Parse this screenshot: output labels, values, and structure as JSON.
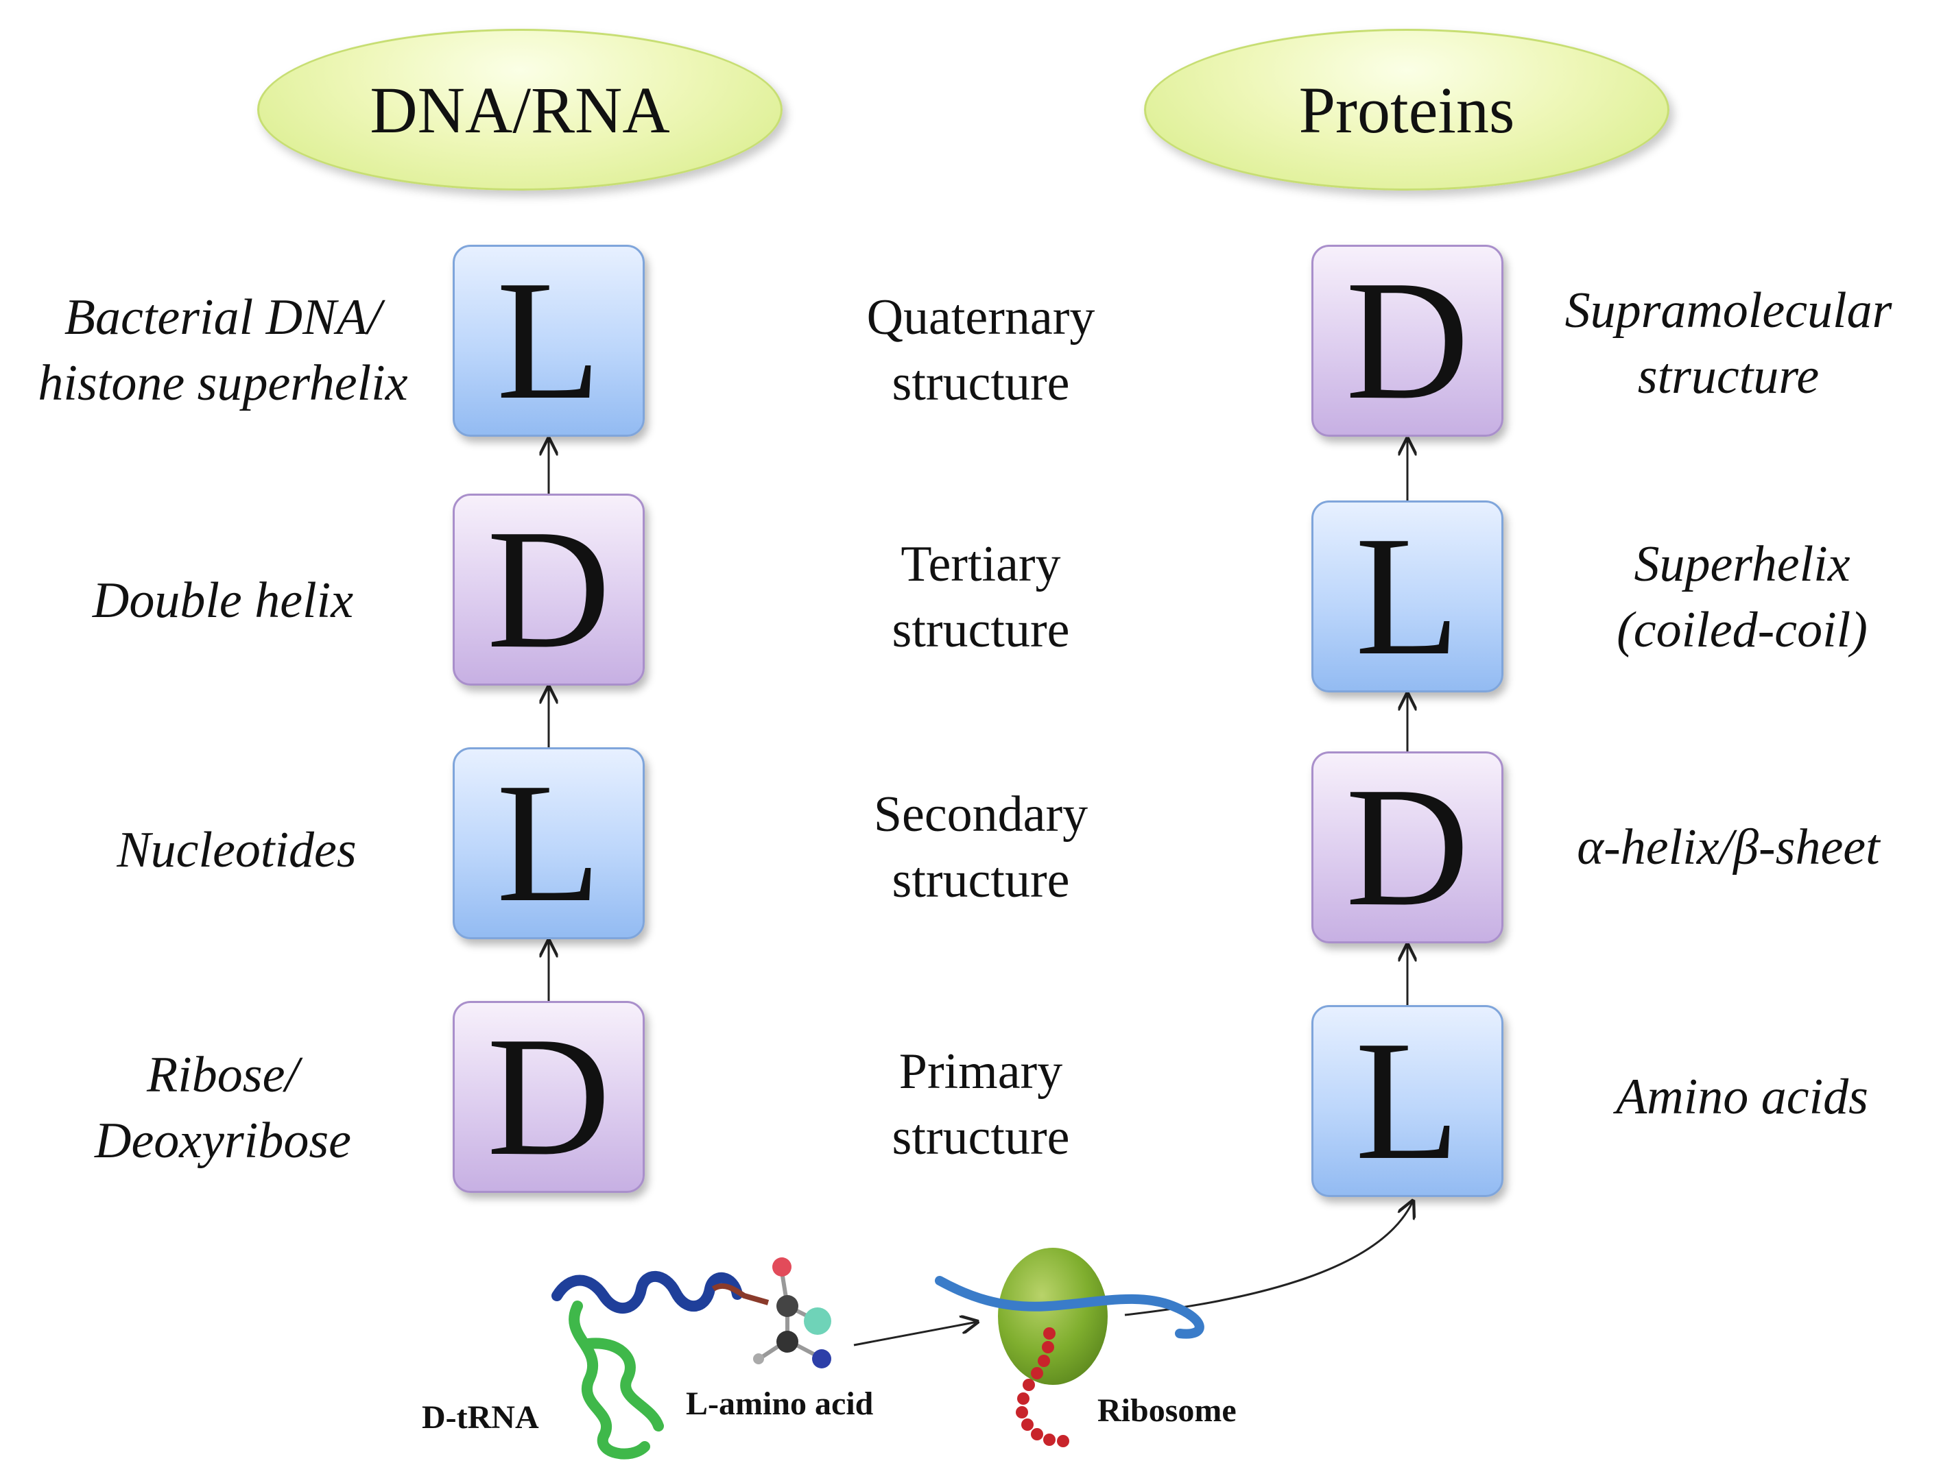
{
  "columns": {
    "left_title": "DNA/RNA",
    "right_title": "Proteins"
  },
  "left_boxes": [
    "L",
    "D",
    "L",
    "D"
  ],
  "right_boxes": [
    "D",
    "L",
    "D",
    "L"
  ],
  "left_labels": [
    [
      "Bacterial DNA/",
      "histone superhelix"
    ],
    [
      "Double helix"
    ],
    [
      "Nucleotides"
    ],
    [
      "Ribose/",
      "Deoxyribose"
    ]
  ],
  "middle_labels": [
    [
      "Quaternary",
      "structure"
    ],
    [
      "Tertiary",
      "structure"
    ],
    [
      "Secondary",
      "structure"
    ],
    [
      "Primary",
      "structure"
    ]
  ],
  "right_labels": [
    [
      "Supramolecular",
      "structure"
    ],
    [
      "Superhelix",
      "(coiled-coil)"
    ],
    [
      "α-helix/β-sheet"
    ],
    [
      "Amino acids"
    ]
  ],
  "bottom": {
    "trna": "D-tRNA",
    "amino_acid": "L-amino acid",
    "ribosome": "Ribosome"
  },
  "colors": {
    "L_box": "#bcd6fb",
    "D_box": "#ddcdef",
    "ellipse": "#eef7b8",
    "trna_blue": "#1f3f9a",
    "trna_green": "#3fb84a",
    "ribosome_green": "#7fae2e",
    "peptide_red": "#c8242b",
    "mrna_blue": "#3a7cc9"
  }
}
